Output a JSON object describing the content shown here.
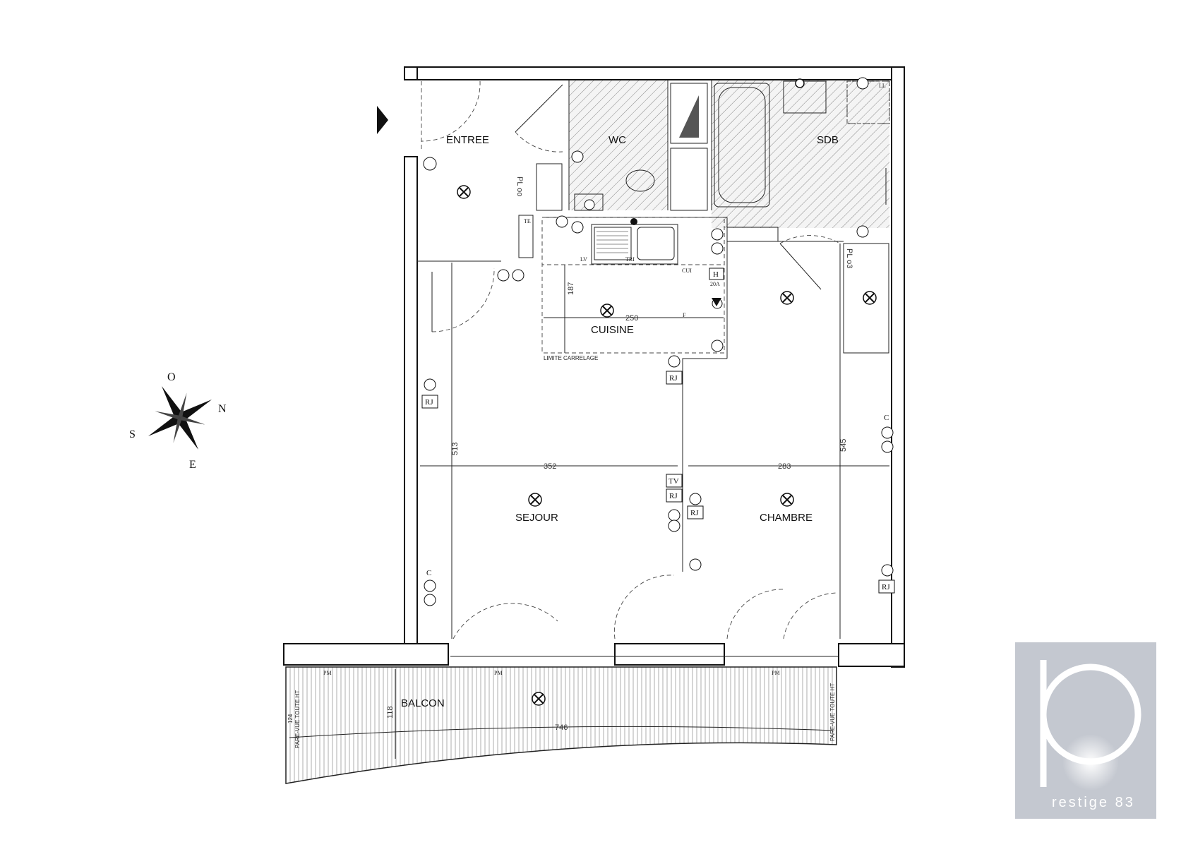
{
  "rooms": {
    "entree": "ENTREE",
    "wc": "WC",
    "sdb": "SDB",
    "cuisine": "CUISINE",
    "sejour": "SEJOUR",
    "chambre": "CHAMBRE",
    "balcon": "BALCON"
  },
  "dimensions": {
    "cuisine_width": "250",
    "cuisine_depth": "187",
    "sejour_width": "352",
    "sejour_depth": "513",
    "chambre_width": "283",
    "chambre_depth": "545",
    "balcon_depth": "118",
    "balcon_width": "746",
    "balcon_side": "124"
  },
  "labels": {
    "limite_carrelage": "LIMITE CARRELAGE",
    "pl_entree": "PL oo",
    "pl_chambre": "PL o3",
    "te": "TE",
    "lv": "LV",
    "tri": "TRI",
    "cui": "CUI",
    "h": "H",
    "amp": "20A",
    "f": "F",
    "ll": "LL",
    "rj": "RJ",
    "tv": "TV",
    "c": "C",
    "pm": "PM",
    "pare_vue": "PARE-VUE TOUTE HT"
  },
  "compass": {
    "north": "N",
    "south": "S",
    "east": "E",
    "west": "O"
  },
  "logo": {
    "letter": "p",
    "text": "restige 83"
  },
  "colors": {
    "wall": "#111111",
    "logo_bg": "#c4c8d0",
    "hatch": "#777777"
  }
}
